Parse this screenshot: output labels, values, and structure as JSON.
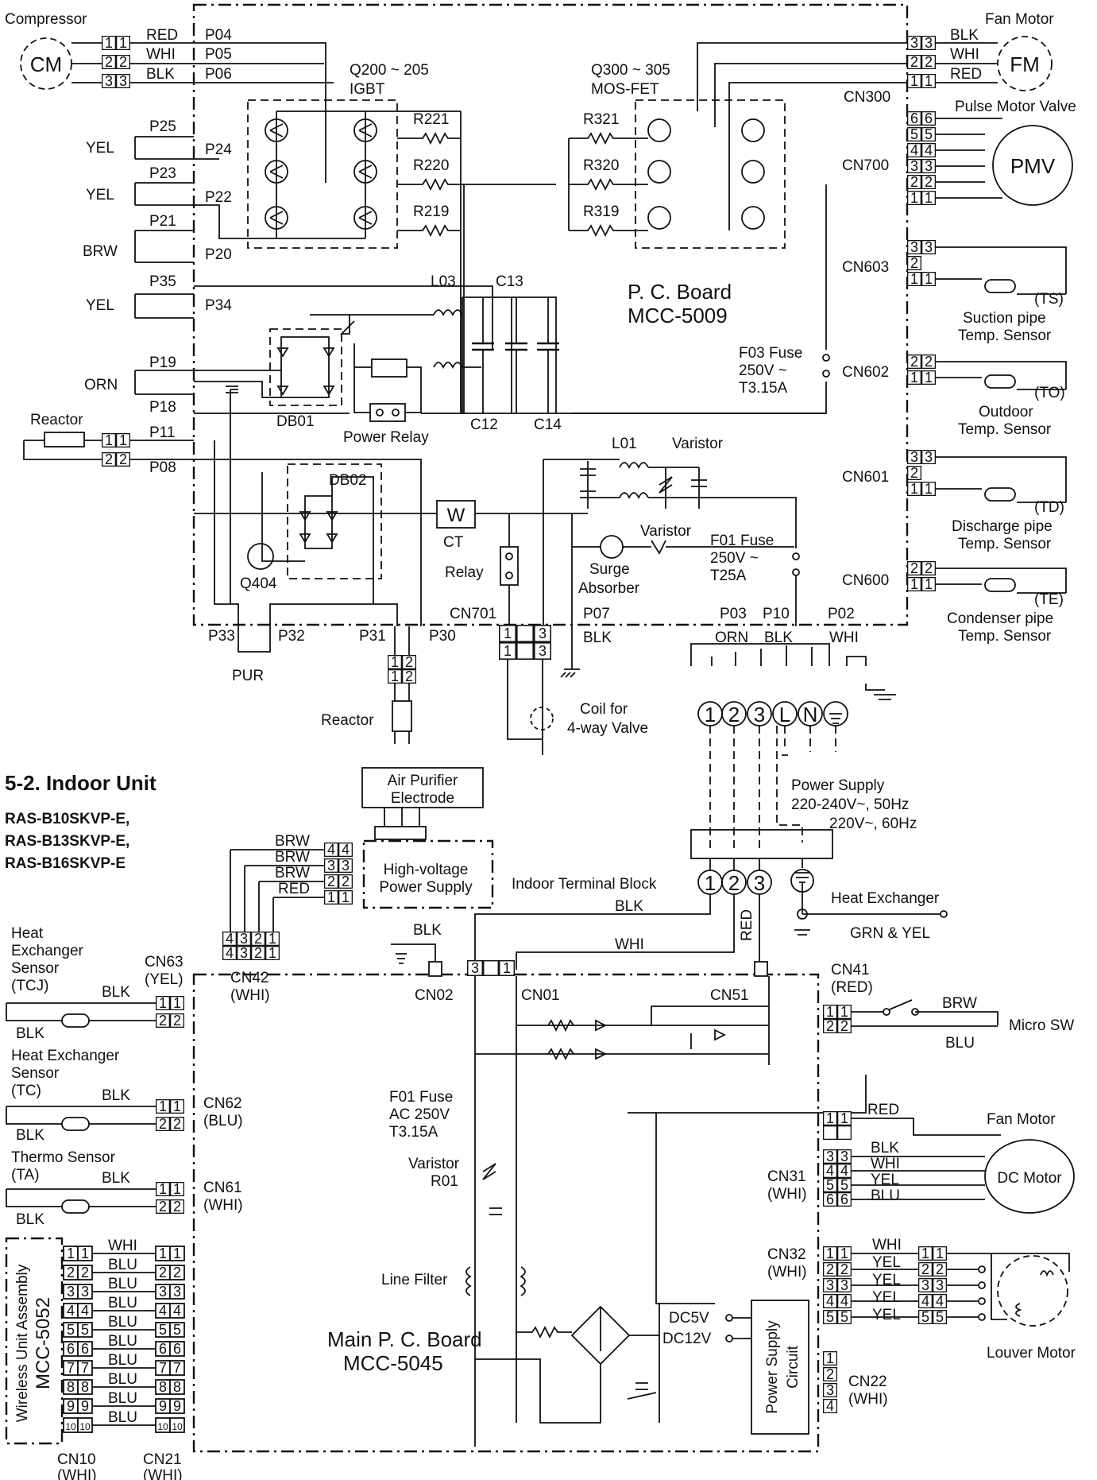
{
  "outdoor": {
    "compressor": {
      "title": "Compressor",
      "symbol": "CM",
      "wires": [
        "RED",
        "WHI",
        "BLK"
      ],
      "pins": [
        "P04",
        "P05",
        "P06"
      ]
    },
    "fan_motor": {
      "title": "Fan Motor",
      "symbol": "FM",
      "wires": [
        "BLK",
        "WHI",
        "RED"
      ],
      "connector": "CN300"
    },
    "igbt": {
      "ref": "Q200 ~ 205",
      "type": "IGBT"
    },
    "mosfet": {
      "ref": "Q300 ~ 305",
      "type": "MOS-FET"
    },
    "resistors_left": [
      "R221",
      "R220",
      "R219"
    ],
    "resistors_right": [
      "R321",
      "R320",
      "R319"
    ],
    "left_wires": [
      "YEL",
      "YEL",
      "BRW",
      "YEL",
      "ORN"
    ],
    "pins_left": [
      "P25",
      "P24",
      "P23",
      "P22",
      "P21",
      "P20",
      "P35",
      "P34",
      "P19",
      "P18",
      "P11",
      "P08"
    ],
    "reactor": "Reactor",
    "inductors": [
      "L03",
      "L01"
    ],
    "capacitors": [
      "C13",
      "C12",
      "C14"
    ],
    "board": {
      "line1": "P. C. Board",
      "line2": "MCC-5009"
    },
    "pmv": {
      "title": "Pulse Motor Valve",
      "symbol": "PMV",
      "connector": "CN700"
    },
    "sensors": [
      {
        "connector": "CN603",
        "code": "(TS)",
        "line1": "Suction pipe",
        "line2": "Temp. Sensor"
      },
      {
        "connector": "CN602",
        "code": "(TO)",
        "line1": "Outdoor",
        "line2": "Temp. Sensor"
      },
      {
        "connector": "CN601",
        "code": "(TD)",
        "line1": "Discharge pipe",
        "line2": "Temp. Sensor"
      },
      {
        "connector": "CN600",
        "code": "(TE)",
        "line1": "Condenser pipe",
        "line2": "Temp. Sensor"
      }
    ],
    "f03": {
      "line1": "F03 Fuse",
      "line2": "250V ~",
      "line3": "T3.15A"
    },
    "f01": {
      "line1": "F01 Fuse",
      "line2": "250V ~",
      "line3": "T25A"
    },
    "db01": "DB01",
    "db02": "DB02",
    "power_relay": "Power Relay",
    "varistor": "Varistor",
    "ct": "CT",
    "relay": "Relay",
    "surge_line1": "Surge",
    "surge_line2": "Absorber",
    "q404": "Q404",
    "cn701": "CN701",
    "bottom_pins": [
      "P33",
      "P32",
      "P31",
      "P30",
      "P07",
      "P03",
      "P10",
      "P02"
    ],
    "bottom_wires": [
      "PUR",
      "BLK",
      "ORN",
      "BLK",
      "WHI"
    ],
    "reactor2": "Reactor",
    "coil_line1": "Coil for",
    "coil_line2": "4-way Valve",
    "terminals": [
      "1",
      "2",
      "3",
      "L",
      "N"
    ],
    "power_supply": {
      "line1": "Power Supply",
      "line2": "220-240V~, 50Hz",
      "line3": "220V~, 60Hz"
    }
  },
  "indoor": {
    "section_title": "5-2.  Indoor Unit",
    "models": [
      "RAS-B10SKVP-E,",
      "RAS-B13SKVP-E,",
      "RAS-B16SKVP-E"
    ],
    "air_purifier": {
      "line1": "Air Purifier",
      "line2": "Electrode"
    },
    "hv_supply": {
      "line1": "High-voltage",
      "line2": "Power Supply"
    },
    "hv_wires": [
      "BRW",
      "BRW",
      "BRW",
      "RED"
    ],
    "terminal_block": "Indoor Terminal Block",
    "heat_exchanger": "Heat Exchanger",
    "grn_yel": "GRN & YEL",
    "wire_blk": "BLK",
    "wire_whi": "WHI",
    "wire_red": "RED",
    "cn42": {
      "name": "CN42",
      "color": "(WHI)"
    },
    "cn02": "CN02",
    "cn01": "CN01",
    "cn51": "CN51",
    "cn41": {
      "name": "CN41",
      "color": "(RED)"
    },
    "micro_sw": {
      "label": "Micro SW",
      "wires": [
        "BRW",
        "BLU"
      ]
    },
    "sensor_tcj": {
      "line1": "Heat",
      "line2": "Exchanger",
      "line3": "Sensor",
      "line4": "(TCJ)",
      "connector": "CN63",
      "color": "(YEL)"
    },
    "sensor_tc": {
      "line1": "Heat Exchanger",
      "line2": "Sensor",
      "line3": "(TC)",
      "connector": "CN62",
      "color": "(BLU)"
    },
    "sensor_ta": {
      "line1": "Thermo Sensor",
      "line2": "(TA)",
      "connector": "CN61",
      "color": "(WHI)"
    },
    "f01": {
      "line1": "F01 Fuse",
      "line2": "AC 250V",
      "line3": "T3.15A"
    },
    "varistor": {
      "line1": "Varistor",
      "line2": "R01"
    },
    "line_filter": "Line Filter",
    "fan_motor": {
      "title": "Fan Motor",
      "symbol": "DC Motor",
      "wires": [
        "RED",
        "BLK",
        "WHI",
        "YEL",
        "BLU"
      ],
      "connector": "CN31",
      "color": "(WHI)"
    },
    "louver": {
      "title": "Louver Motor",
      "wires": [
        "WHI",
        "YEL",
        "YEL",
        "YEL",
        "YEL"
      ],
      "connector": "CN32",
      "color": "(WHI)"
    },
    "dc5v": "DC5V",
    "dc12v": "DC12V",
    "psu": {
      "line1": "Power Supply",
      "line2": "Circuit"
    },
    "cn22": {
      "name": "CN22",
      "color": "(WHI)"
    },
    "main_board": {
      "line1": "Main P. C. Board",
      "line2": "MCC-5045"
    },
    "wireless": {
      "line1": "Wireless Unit Assembly",
      "line2": "MCC-5052"
    },
    "wireless_wires": [
      "WHI",
      "BLU",
      "BLU",
      "BLU",
      "BLU",
      "BLU",
      "BLU",
      "BLU",
      "BLU",
      "BLU"
    ],
    "cn10": {
      "name": "CN10",
      "color": "(WHI)"
    },
    "cn21": {
      "name": "CN21",
      "color": "(WHI)"
    }
  }
}
